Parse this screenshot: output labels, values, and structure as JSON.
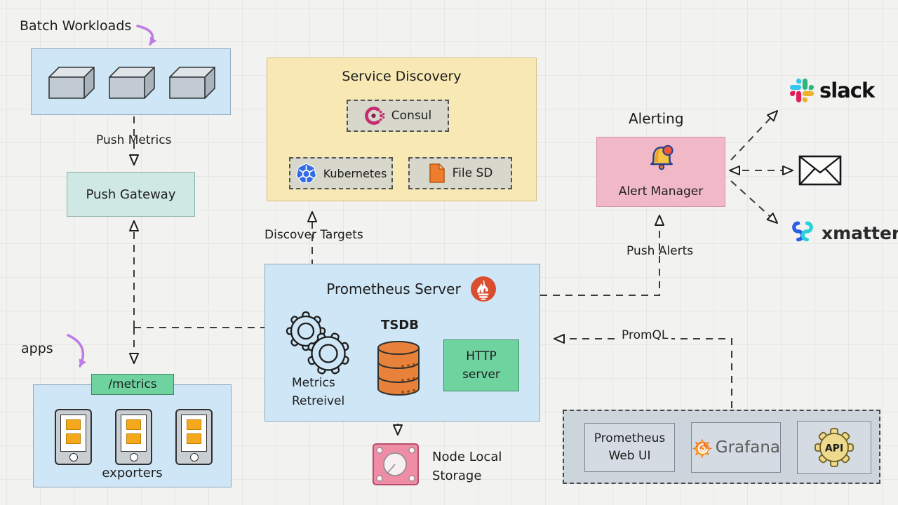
{
  "batch": {
    "label": "Batch Workloads",
    "arrow_label": "Push Metrics"
  },
  "push_gateway": {
    "label": "Push Gateway"
  },
  "service_discovery": {
    "title": "Service Discovery",
    "items": [
      "Consul",
      "Kubernetes",
      "File SD"
    ],
    "arrow_label": "Discover Targets"
  },
  "alerting": {
    "section": "Alerting",
    "manager": "Alert Manager",
    "push_label": "Push Alerts",
    "receivers": {
      "slack": "slack",
      "xmatters": "xmatters"
    }
  },
  "prometheus": {
    "title": "Prometheus Server",
    "retrieval": "Metrics Retreivel",
    "tsdb": "TSDB",
    "http": "HTTP server",
    "promql": "PromQL",
    "storage": "Node Local Storage"
  },
  "exporters": {
    "pointer": "apps",
    "endpoint": "/metrics",
    "label": "exporters"
  },
  "clients": {
    "web_ui": "Prometheus Web UI",
    "grafana": "Grafana",
    "api": "API"
  },
  "colors": {
    "wire": "#3b3b3b",
    "text": "#1d1d1d",
    "pointer-purple": "#be7be3",
    "box-blue": "#cfe6f7",
    "box-teal": "#cfe8e4",
    "box-yellow": "#f7e8b4",
    "box-pink": "#f1b9c7",
    "box-green": "#6fd3a0",
    "box-gray": "#ccd4dc",
    "storage-pink": "#ef8ca6",
    "tsdb-orange": "#e8823a",
    "prometheus-red": "#d94e2f",
    "kubernetes-blue": "#326ce5",
    "consul-magenta": "#c62a71",
    "file-orange": "#ee7e2e",
    "grafana-orange": "#f05a28",
    "grafana-yellow": "#fbad26",
    "api-yellow": "#eeda8e",
    "bell-yellow": "#f6c445",
    "slack-blue": "#36c5f0",
    "slack-green": "#2eb67d",
    "slack-yellow": "#ecb22e",
    "slack-red": "#e01e5a",
    "xmatters-blue": "#2b5ce6",
    "xmatters-cyan": "#27d3d8"
  }
}
